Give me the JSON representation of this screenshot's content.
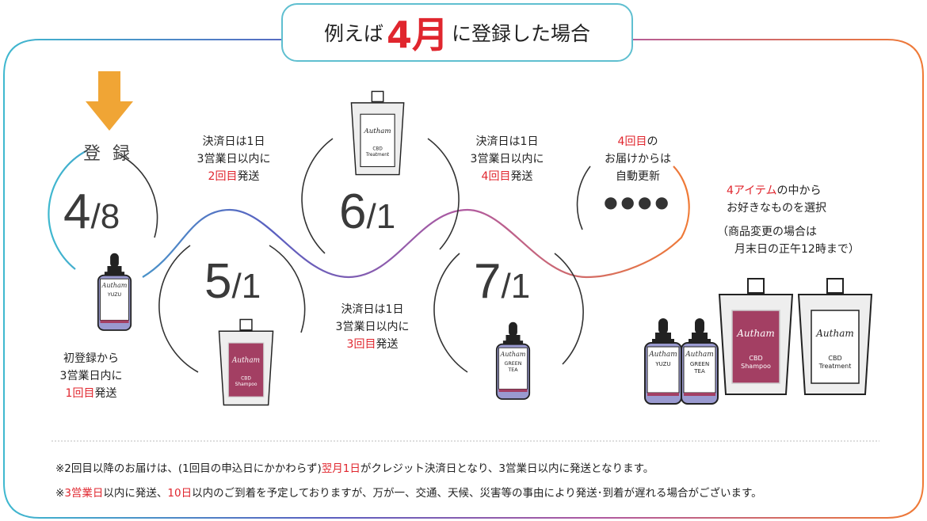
{
  "title": {
    "prefix": "例えば",
    "month": "4月",
    "suffix": "に登録した場合"
  },
  "register": {
    "label": "登 録",
    "date_num": "4",
    "date_den": "8",
    "note": [
      "初登録から",
      "3営業日内に"
    ],
    "note_red": "1回目",
    "note_tail": "発送"
  },
  "steps": [
    {
      "date_num": "5",
      "date_den": "1",
      "lines": [
        "決済日は1日",
        "3営業日以内に"
      ],
      "red": "2回目",
      "tail": "発送"
    },
    {
      "date_num": "6",
      "date_den": "1",
      "lines": [
        "決済日は1日",
        "3営業日以内に"
      ],
      "red": "3回目",
      "tail": "発送"
    },
    {
      "date_num": "7",
      "date_den": "1",
      "lines": [
        "決済日は1日",
        "3営業日以内に"
      ],
      "red": "4回目",
      "tail": "発送"
    }
  ],
  "auto": {
    "red": "4回目",
    "tail1": "の",
    "line2": "お届けからは",
    "line3": "自動更新",
    "dots": "●●●●"
  },
  "choose": {
    "red": "4アイテム",
    "tail": "の中から",
    "line2": "お好きなものを選択",
    "line3": "（商品変更の場合は",
    "line4": "月末日の正午12時まで）"
  },
  "products": [
    {
      "brand": "Autham",
      "name": "YUZU"
    },
    {
      "brand": "Autham",
      "name": "GREEN TEA"
    },
    {
      "brand": "Autham",
      "name": "CBD Shampoo"
    },
    {
      "brand": "Autham",
      "name": "CBD Treatment"
    }
  ],
  "footer": {
    "line1_a": "※2回目以降のお届けは、(1回目の申込日にかかわらず)",
    "line1_red": "翌月1日",
    "line1_b": "がクレジット決済日となり、3営業日以内に発送となります。",
    "line2_a": "※",
    "line2_red1": "3営業日",
    "line2_b": "以内に発送、",
    "line2_red2": "10日",
    "line2_c": "以内のご到着を予定しておりますが、万が一、交通、天候、災害等の事由により発送･到着が遅れる場合がございます。"
  },
  "colors": {
    "red": "#e0262e",
    "arrow": "#f0a535",
    "shampoo": "#a33f63",
    "bottle": "#9a9ad0"
  }
}
